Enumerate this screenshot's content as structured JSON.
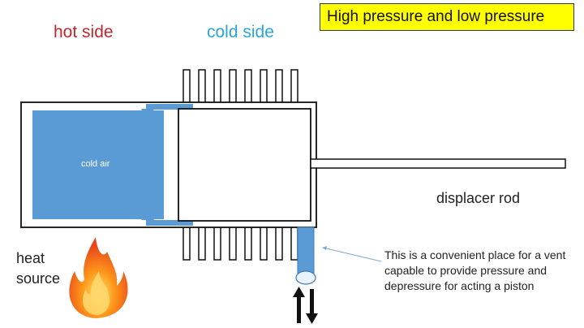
{
  "title": "High pressure and low pressure",
  "labels": {
    "hot_side": "hot side",
    "cold_side": "cold side",
    "cold_air": "cold air",
    "displacer_rod": "displacer rod",
    "heat_source": "heat source",
    "note": "This is a convenient place for a vent capable to provide pressure and depressure for acting a piston"
  },
  "colors": {
    "title_bg": "#ffff00",
    "hot_side": "#c0272d",
    "cold_side": "#2aa6d6",
    "air": "#5b9bd5"
  }
}
